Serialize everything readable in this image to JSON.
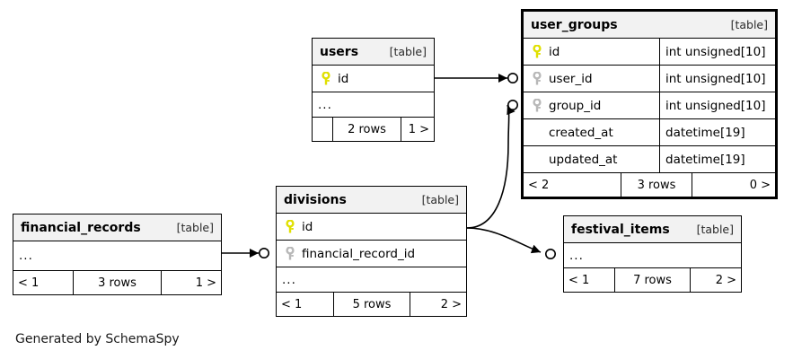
{
  "diagram": {
    "caption": "Generated by SchemaSpy",
    "table_kind_label": "[table]",
    "ellipsis": "...",
    "rows_suffix": "rows",
    "colors": {
      "primary_key": "#e8e800",
      "foreign_key": "#b3b3b3",
      "header_bg": "#f2f2f2",
      "border": "#000000",
      "background": "#ffffff"
    }
  },
  "tables": [
    {
      "id": "user_groups",
      "name": "user_groups",
      "kind": "[table]",
      "emphasis": true,
      "columns": [
        {
          "name": "id",
          "type": "int unsigned[10]",
          "key": "primary"
        },
        {
          "name": "user_id",
          "type": "int unsigned[10]",
          "key": "foreign"
        },
        {
          "name": "group_id",
          "type": "int unsigned[10]",
          "key": "foreign"
        },
        {
          "name": "created_at",
          "type": "datetime[19]",
          "key": "none"
        },
        {
          "name": "updated_at",
          "type": "datetime[19]",
          "key": "none"
        }
      ],
      "has_ellipsis": false,
      "footer": {
        "prev": "< 2",
        "rows": "3 rows",
        "next": "0 >"
      }
    },
    {
      "id": "users",
      "name": "users",
      "kind": "[table]",
      "emphasis": false,
      "columns": [
        {
          "name": "id",
          "type": "",
          "key": "primary"
        }
      ],
      "has_ellipsis": true,
      "footer": {
        "prev": "",
        "rows": "2 rows",
        "next": "1 >"
      }
    },
    {
      "id": "divisions",
      "name": "divisions",
      "kind": "[table]",
      "emphasis": false,
      "columns": [
        {
          "name": "id",
          "type": "",
          "key": "primary"
        },
        {
          "name": "financial_record_id",
          "type": "",
          "key": "foreign"
        }
      ],
      "has_ellipsis": true,
      "footer": {
        "prev": "< 1",
        "rows": "5 rows",
        "next": "2 >"
      }
    },
    {
      "id": "financial_records",
      "name": "financial_records",
      "kind": "[table]",
      "emphasis": false,
      "columns": [],
      "has_ellipsis": true,
      "footer": {
        "prev": "< 1",
        "rows": "3 rows",
        "next": "1 >"
      }
    },
    {
      "id": "festival_items",
      "name": "festival_items",
      "kind": "[table]",
      "emphasis": false,
      "columns": [],
      "has_ellipsis": true,
      "footer": {
        "prev": "< 1",
        "rows": "7 rows",
        "next": "2 >"
      }
    }
  ],
  "relationships": [
    {
      "from": "users.id",
      "to": "user_groups.user_id"
    },
    {
      "from": "divisions.id",
      "to": "user_groups.group_id"
    },
    {
      "from": "divisions.id",
      "to": "festival_items"
    },
    {
      "from": "financial_records",
      "to": "divisions.financial_record_id"
    }
  ]
}
